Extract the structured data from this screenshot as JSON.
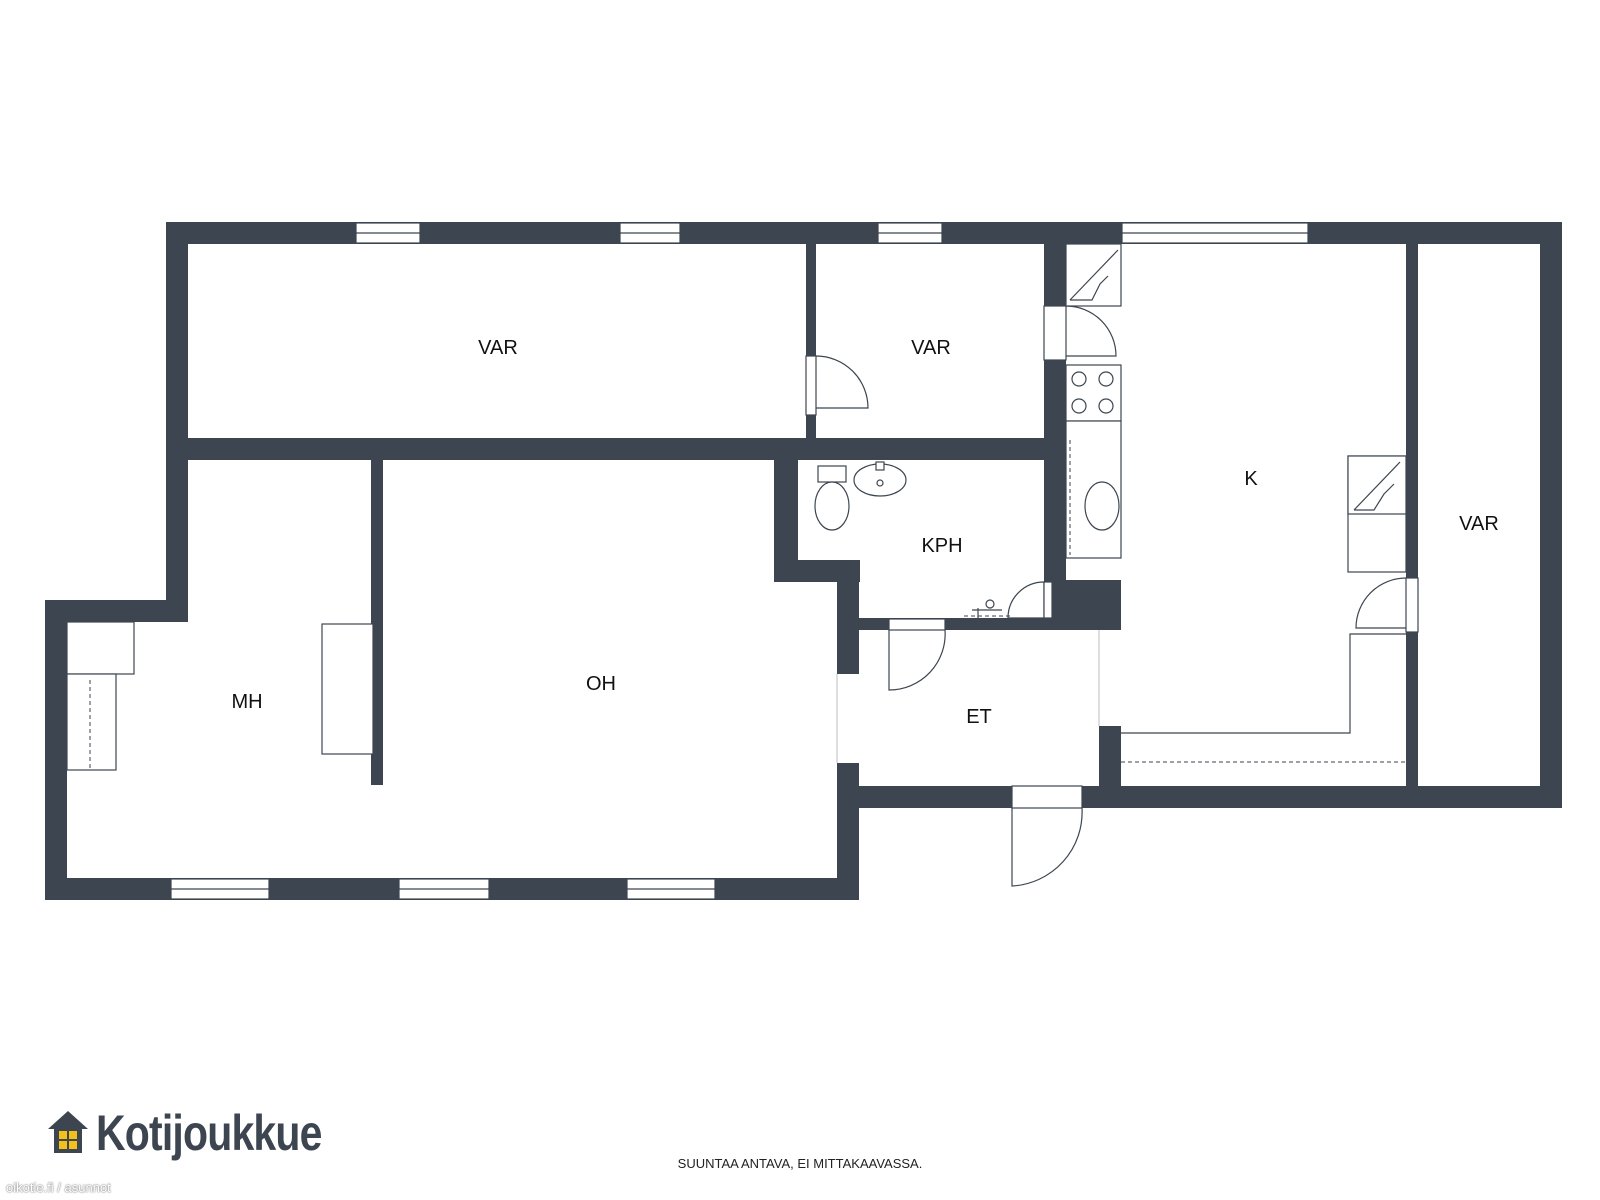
{
  "rooms": {
    "var_1": "VAR",
    "var_2": "VAR",
    "var_3": "VAR",
    "kph": "KPH",
    "k": "K",
    "mh": "MH",
    "oh": "OH",
    "et": "ET"
  },
  "logo": {
    "brand": "Kotijoukkue",
    "icon": "house-icon",
    "brand_color": "#3d4650",
    "window_color": "#f2c21b"
  },
  "footer": {
    "disclaimer": "SUUNTAA ANTAVA, EI MITTAKAAVASSA.",
    "source": "oikotie.fi / asunnot"
  },
  "colors": {
    "wall": "#3d4650",
    "background": "#ffffff"
  }
}
